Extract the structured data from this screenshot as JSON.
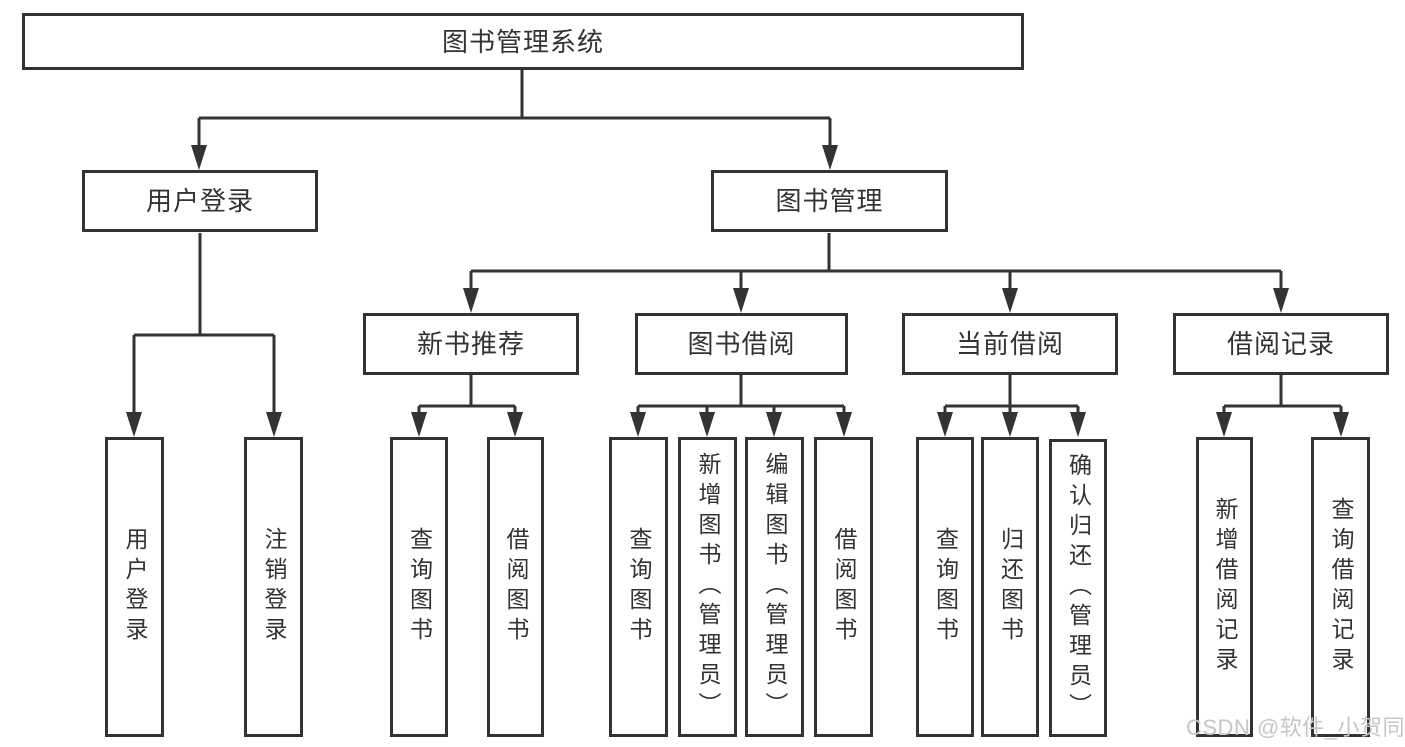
{
  "diagram": {
    "root": {
      "label": "图书管理系统"
    },
    "level2": [
      {
        "label": "用户登录"
      },
      {
        "label": "图书管理"
      }
    ],
    "level3": [
      {
        "label": "新书推荐"
      },
      {
        "label": "图书借阅"
      },
      {
        "label": "当前借阅"
      },
      {
        "label": "借阅记录"
      }
    ],
    "leaves": {
      "user_login": [
        {
          "label": "用户登录"
        },
        {
          "label": "注销登录"
        }
      ],
      "new_book": [
        {
          "label": "查询图书"
        },
        {
          "label": "借阅图书"
        }
      ],
      "book_borrow": [
        {
          "label": "查询图书"
        },
        {
          "label": "新增图书（管理员）"
        },
        {
          "label": "编辑图书（管理员）"
        },
        {
          "label": "借阅图书"
        }
      ],
      "current_borrow": [
        {
          "label": "查询图书"
        },
        {
          "label": "归还图书"
        },
        {
          "label": "确认归还（管理员）"
        }
      ],
      "borrow_record": [
        {
          "label": "新增借阅记录"
        },
        {
          "label": "查询借阅记录"
        }
      ]
    }
  },
  "watermark": {
    "text": "CSDN @软件_小贺同学"
  },
  "colors": {
    "line": "#333333",
    "box_border": "#333333",
    "box_background": "#ffffff",
    "text": "#333333",
    "watermark": "#c6c6c6"
  }
}
